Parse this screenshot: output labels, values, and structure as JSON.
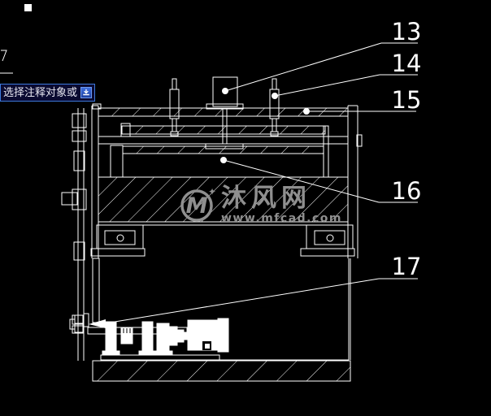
{
  "canvas": {
    "background": "#000000",
    "line_color": "#ffffff"
  },
  "prompt_box": {
    "text": "选择注释对象或",
    "text_color": "#e6e6f0",
    "border_color": "#3d79dc",
    "background": "#0a0a31",
    "icon": "annotation-download-badge-icon"
  },
  "callouts": [
    {
      "label": "13"
    },
    {
      "label": "14"
    },
    {
      "label": "15"
    },
    {
      "label": "16"
    },
    {
      "label": "17"
    }
  ],
  "watermark": {
    "logo_letter": "M",
    "sparkle": "✦",
    "site_name": "沐风网",
    "site_url": "www.mfcad.com",
    "color": "#8f8f8f"
  }
}
